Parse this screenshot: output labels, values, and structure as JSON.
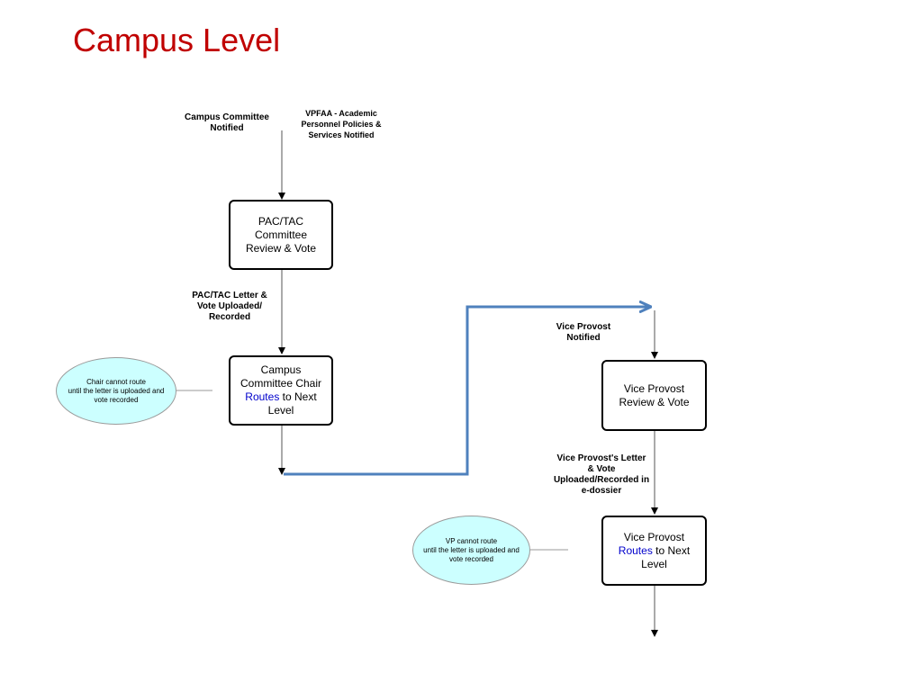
{
  "title": "Campus Level",
  "labels": {
    "campus_committee_notified": "Campus Committee Notified",
    "vpfaa_notified": "VPFAA - Academic Personnel Policies & Services Notified",
    "pac_tac_letter": "PAC/TAC Letter & Vote Uploaded/ Recorded",
    "vice_provost_notified": "Vice Provost Notified",
    "vice_provost_letter": "Vice Provost's Letter & Vote Uploaded/Recorded in e-dossier"
  },
  "boxes": {
    "pac_tac_review": "PAC/TAC Committee Review & Vote",
    "campus_chair_prefix": "Campus Committee Chair",
    "routes": "Routes",
    "campus_chair_suffix": "to Next Level",
    "vice_provost_review": "Vice Provost Review & Vote",
    "vice_provost_prefix": "Vice Provost",
    "vice_provost_suffix": "to Next Level"
  },
  "notes": {
    "chair_note_l1": "Chair cannot route",
    "chair_note_l2": "until the letter  is uploaded and vote recorded",
    "vp_note_l1": "VP cannot route",
    "vp_note_l2": "until the letter  is uploaded and vote recorded"
  },
  "colors": {
    "title": "#c00000",
    "routes_text": "#0000cc",
    "flow_arrow": "#4f81bd",
    "note_fill": "#ccffff"
  }
}
